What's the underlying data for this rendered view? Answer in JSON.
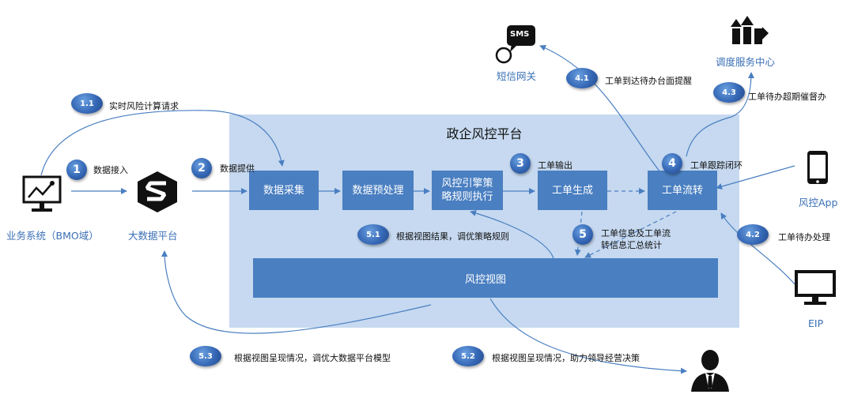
{
  "platform": {
    "title": "政企风控平台"
  },
  "boxes": {
    "collect": "数据采集",
    "preprocess": "数据预处理",
    "engine": "风控引擎策略规则执行",
    "ticket_gen": "工单生成",
    "ticket_flow": "工单流转",
    "view": "风控视图"
  },
  "nodes": {
    "bmo": "业务系统（BMO域）",
    "bigdata": "大数据平台",
    "sms": "短信网关",
    "dispatch": "调度服务中心",
    "app": "风控App",
    "eip": "EIP"
  },
  "steps": {
    "s1_1": {
      "num": "1.1",
      "text": "实时风险计算请求"
    },
    "s1": {
      "num": "1",
      "text": "数据接入"
    },
    "s2": {
      "num": "2",
      "text": "数据提供"
    },
    "s3": {
      "num": "3",
      "text": "工单输出"
    },
    "s4": {
      "num": "4",
      "text": "工单跟踪闭环"
    },
    "s4_1": {
      "num": "4.1",
      "text": "工单到达待办台面提醒"
    },
    "s4_2": {
      "num": "4.2",
      "text": "工单待办处理"
    },
    "s4_3": {
      "num": "4.3",
      "text": "工单待办超期催督办"
    },
    "s5": {
      "num": "5",
      "text_line1": "工单信息及工单流",
      "text_line2": "转信息汇总统计"
    },
    "s5_1": {
      "num": "5.1",
      "text": "根据视图结果，调优策略规则"
    },
    "s5_2": {
      "num": "5.2",
      "text": "根据视图呈现情况，助力领导经营决策"
    },
    "s5_3": {
      "num": "5.3",
      "text": "根据视图呈现情况，调优大数据平台模型"
    }
  },
  "icons": {
    "sms_text": "SMS"
  },
  "colors": {
    "box": "#4a7fc1",
    "platform_bg": "#c6d9f0",
    "line": "#4a7fc1",
    "label_blue": "#3a6fb5"
  }
}
